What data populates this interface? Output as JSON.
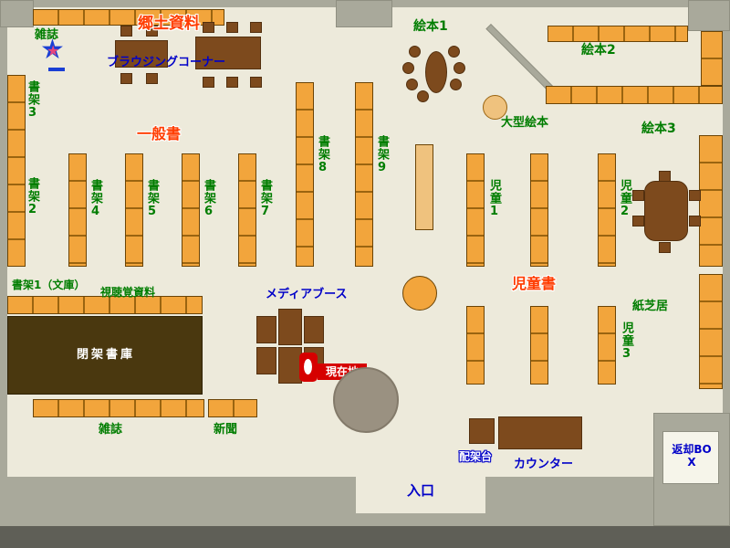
{
  "labels": {
    "magazines_top": "雑誌",
    "local_materials": "郷土資料",
    "browsing_corner": "ブラウジングコーナー",
    "picture_books_1": "絵本1",
    "picture_books_2": "絵本2",
    "picture_books_3": "絵本3",
    "large_picture_books": "大型絵本",
    "general_books": "一般書",
    "children_books": "児童書",
    "kamishibai": "紙芝居",
    "shelf_1_bunko": "書架1（文庫）",
    "av_materials": "視聴覚資料",
    "media_booth": "メディアブース",
    "closed_stacks": "閉架書庫",
    "current_location": "現在地",
    "magazines_bottom": "雑誌",
    "newspapers": "新聞",
    "sorting_table": "配架台",
    "counter": "カウンター",
    "return_box": "返却BOX",
    "entrance": "入口"
  },
  "shelves": {
    "left": [
      "書架3",
      "書架2"
    ],
    "general": [
      "書架4",
      "書架5",
      "書架6",
      "書架7",
      "書架8",
      "書架9"
    ],
    "children": [
      "児童1",
      "児童2",
      "児童3"
    ]
  },
  "colors": {
    "floor": "#edeadb",
    "wall": "#a9a99b",
    "shelf": "#f2a53c",
    "table": "#7d4a1d",
    "closed_stacks": "#4a380f",
    "marker": "#d60000",
    "label_green": "#007d00",
    "label_red": "#ff3c00",
    "label_blue": "#0000c8"
  }
}
